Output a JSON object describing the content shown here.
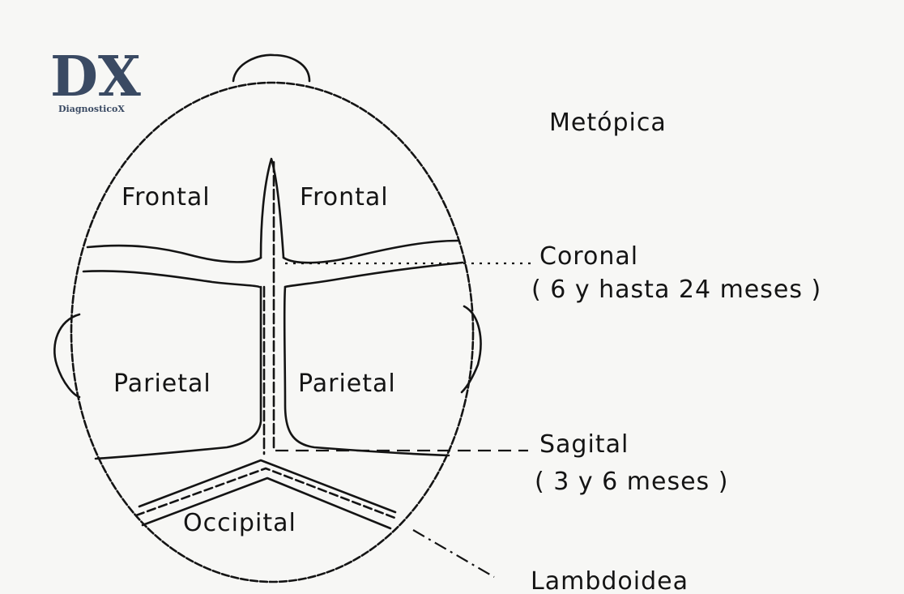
{
  "logo": {
    "mark": "DX",
    "caption": "DiagnosticoX"
  },
  "bones": {
    "frontal_left": "Frontal",
    "frontal_right": "Frontal",
    "parietal_left": "Parietal",
    "parietal_right": "Parietal",
    "occipital": "Occipital"
  },
  "sutures": {
    "metopica": "Metópica",
    "coronal": "Coronal",
    "coronal_age": "( 6  y  hasta  24 meses )",
    "sagital": "Sagital",
    "sagital_age": "( 3 y 6 meses )",
    "lambdoidea": "Lambdoidea"
  },
  "colors": {
    "ink": "#141414",
    "paper": "#f7f7f5",
    "logo_dark": "#3a4a63"
  }
}
